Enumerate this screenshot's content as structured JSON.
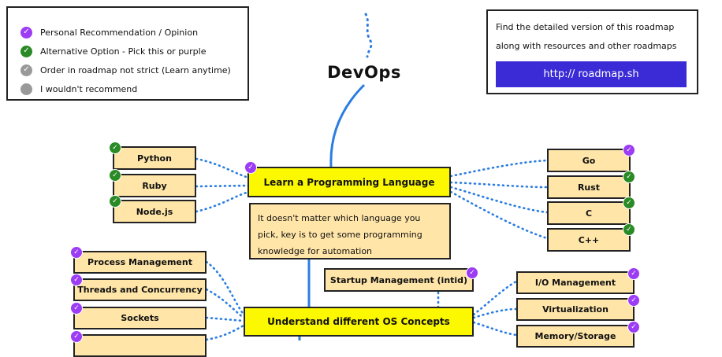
{
  "legend": {
    "items": [
      {
        "label": "Personal Recommendation / Opinion",
        "icon": "check-icon",
        "color": "#9c3cf5"
      },
      {
        "label": "Alternative Option - Pick this or purple",
        "icon": "check-icon",
        "color": "#2a8a25"
      },
      {
        "label": "Order in roadmap not strict (Learn anytime)",
        "icon": "check-icon",
        "color": "#999999"
      },
      {
        "label": "I wouldn't recommend",
        "icon": "dot-icon",
        "color": "#999999"
      }
    ]
  },
  "info": {
    "line1": "Find the detailed version of this roadmap",
    "line2": "along with resources and other roadmaps",
    "url_label": "http:// roadmap.sh"
  },
  "title": "DevOps",
  "main_nodes": {
    "learn_language": "Learn a Programming Language",
    "os_concepts": "Understand different OS Concepts"
  },
  "note": "It doesn't matter which language you pick, key is to get some programming knowledge for automation",
  "languages_left": [
    {
      "label": "Python",
      "badge": "green"
    },
    {
      "label": "Ruby",
      "badge": "green"
    },
    {
      "label": "Node.js",
      "badge": "green"
    }
  ],
  "languages_right": [
    {
      "label": "Go",
      "badge": "purple"
    },
    {
      "label": "Rust",
      "badge": "green"
    },
    {
      "label": "C",
      "badge": "green"
    },
    {
      "label": "C++",
      "badge": "green"
    }
  ],
  "os_left": [
    {
      "label": "Process Management",
      "badge": "purple"
    },
    {
      "label": "Threads and Concurrency",
      "badge": "purple"
    },
    {
      "label": "Sockets",
      "badge": "purple"
    },
    {
      "label": "",
      "badge": "purple"
    }
  ],
  "os_right": [
    {
      "label": "I/O Management",
      "badge": "purple"
    },
    {
      "label": "Virtualization",
      "badge": "purple"
    },
    {
      "label": "Memory/Storage",
      "badge": "purple"
    }
  ],
  "startup": {
    "label": "Startup Management (intid)",
    "badge": "purple"
  },
  "colors": {
    "main_node": "#fbf800",
    "sub_node": "#ffe5a8",
    "purple": "#9c3cf5",
    "green": "#2a8a25",
    "connector": "#2b7de1",
    "url_button": "#3b2bd6"
  }
}
